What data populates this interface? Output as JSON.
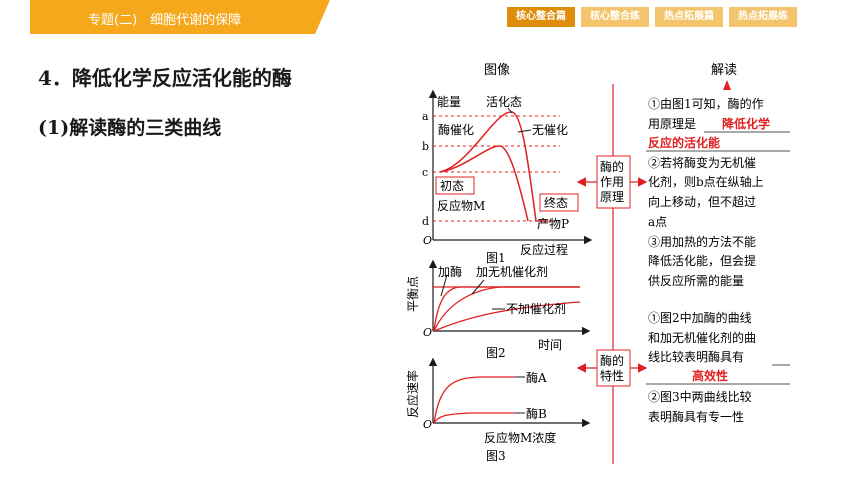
{
  "header": {
    "chapter": "专题(二)　细胞代谢的保障",
    "tabs": [
      {
        "label": "核心整合篇",
        "active": true
      },
      {
        "label": "核心整合练",
        "active": false
      },
      {
        "label": "热点拓展篇",
        "active": false
      },
      {
        "label": "热点拓展练",
        "active": false
      }
    ]
  },
  "content": {
    "heading": "4．降低化学反应活化能的酶",
    "subheading": "(1)解读酶的三类曲线"
  },
  "figure": {
    "col_image": "图像",
    "col_explain": "解读",
    "fig1": {
      "y_axis": "能量",
      "ticks": [
        "a",
        "b",
        "c",
        "d"
      ],
      "origin": "O",
      "activated": "活化态",
      "enzyme": "酶催化",
      "no_catalyst": "无催化",
      "initial": "初态",
      "reactant": "反应物M",
      "final": "终态",
      "product": "产物P",
      "x_axis": "反应过程",
      "caption": "图1"
    },
    "fig2": {
      "y_axis": "平衡点",
      "enzyme": "加酶",
      "inorganic": "加无机催化剂",
      "none": "不加催化剂",
      "origin": "O",
      "x_axis": "时间",
      "caption": "图2"
    },
    "fig3": {
      "y_axis": "反应速率",
      "enzyme_a": "酶A",
      "enzyme_b": "酶B",
      "origin": "O",
      "x_axis": "反应物M浓度",
      "caption": "图3"
    },
    "center": {
      "box1": [
        "酶的",
        "作用",
        "原理"
      ],
      "box2": [
        "酶的",
        "特性"
      ]
    },
    "notes1": {
      "l1": "①由图1可知，酶的作",
      "l2a": "用原理是",
      "ans1a": "降低化学",
      "ans1b": "反应的活化能",
      "l3": "②若将酶变为无机催",
      "l4": "化剂，则b点在纵轴上",
      "l5": "向上移动，但不超过",
      "l6": "a点",
      "l7": "③用加热的方法不能",
      "l8": "降低活化能，但会提",
      "l9": "供反应所需的能量"
    },
    "notes2": {
      "l1": "①图2中加酶的曲线",
      "l2": "和加无机催化剂的曲",
      "l3": "线比较表明酶具有",
      "ans": "高效性",
      "l4": "②图3中两曲线比较",
      "l5": "表明酶具有专一性"
    },
    "colors": {
      "accent": "#e02020",
      "tab_active": "#e08d0b",
      "tab": "#f4c46c",
      "chapter": "#f5a81c"
    }
  }
}
